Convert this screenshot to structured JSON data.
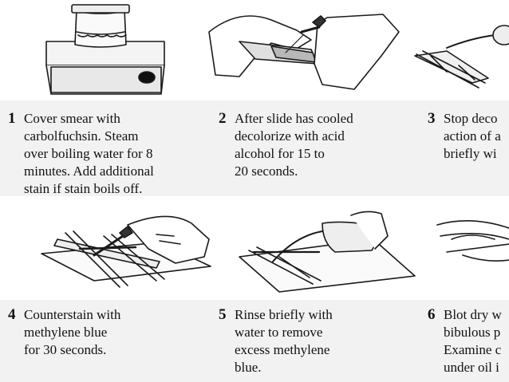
{
  "steps": [
    {
      "number": "1",
      "lines": [
        "Cover smear with",
        "carbolfuchsin. Steam",
        "over boiling water for 8",
        "minutes. Add additional",
        "stain if stain boils off."
      ]
    },
    {
      "number": "2",
      "lines": [
        "After slide has cooled",
        "decolorize with acid",
        "alcohol for 15 to",
        "20 seconds."
      ]
    },
    {
      "number": "3",
      "lines": [
        "Stop deco",
        "action of a",
        "briefly wi"
      ]
    },
    {
      "number": "4",
      "lines": [
        "Counterstain with",
        "methylene blue",
        "for 30 seconds."
      ]
    },
    {
      "number": "5",
      "lines": [
        "Rinse briefly with",
        "water to remove",
        "excess methylene",
        "blue."
      ]
    },
    {
      "number": "6",
      "lines": [
        "Blot dry w",
        "bibulous p",
        "Examine c",
        "under oil i"
      ]
    }
  ]
}
